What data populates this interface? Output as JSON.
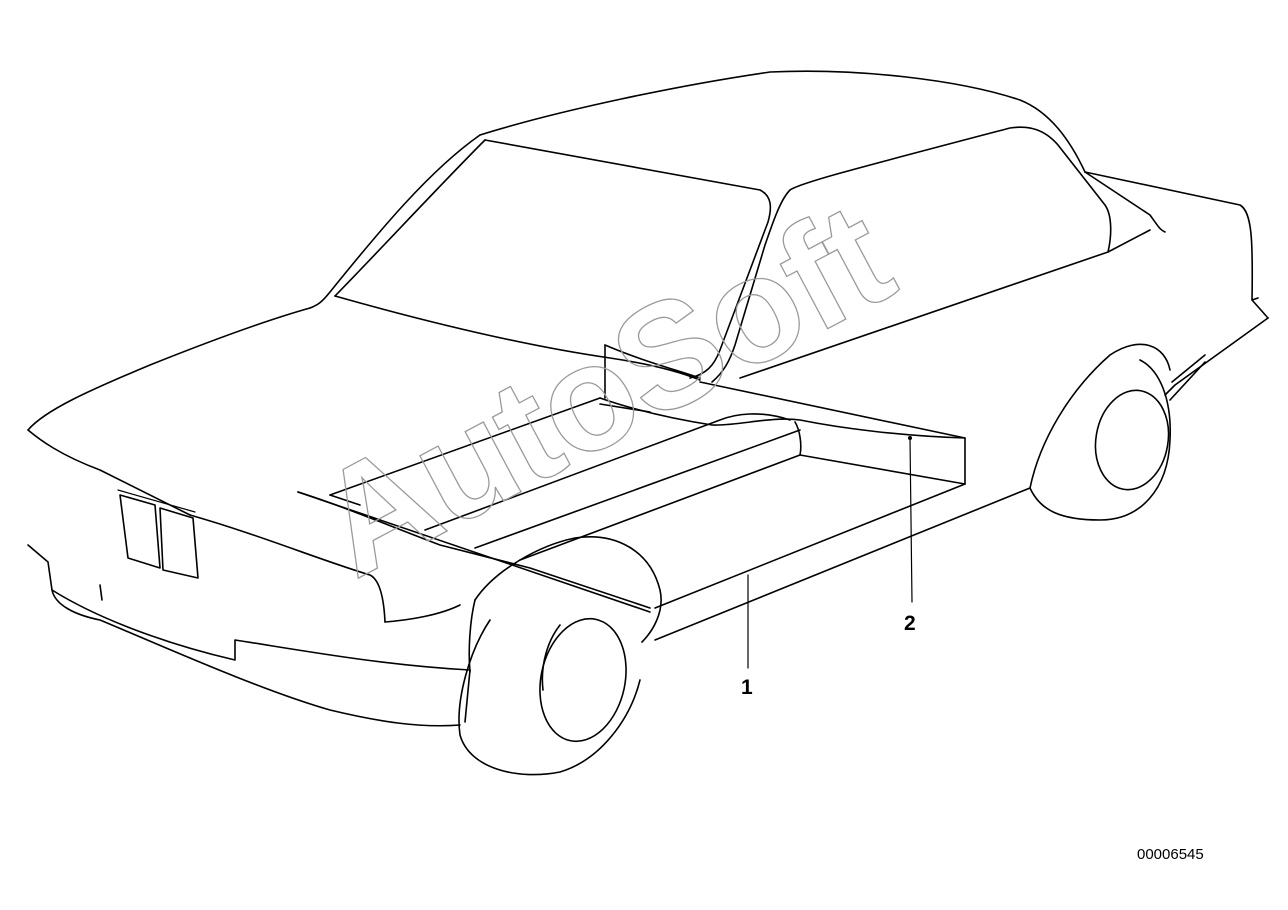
{
  "watermark": {
    "text": "AutoSoft"
  },
  "callouts": [
    {
      "label": "1"
    },
    {
      "label": "2"
    }
  ],
  "diagram_number": "00006545"
}
